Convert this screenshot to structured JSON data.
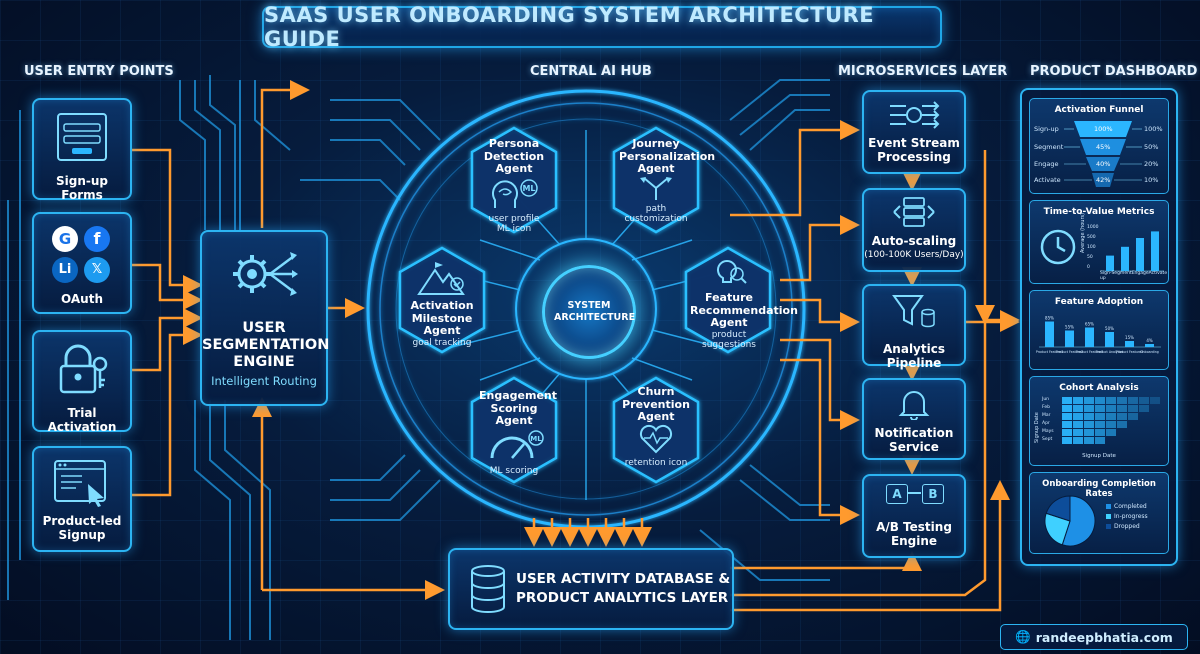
{
  "title": "SAAS USER ONBOARDING SYSTEM ARCHITECTURE GUIDE",
  "columns": {
    "entry": "USER ENTRY POINTS",
    "hub": "CENTRAL AI HUB",
    "micro": "MICROSERVICES LAYER",
    "dashboard": "PRODUCT DASHBOARD"
  },
  "entry_points": [
    {
      "label": "Sign-up Forms",
      "icon": "form-icon"
    },
    {
      "label": "OAuth",
      "icon": "social-logins-icon"
    },
    {
      "label": "Trial Activation",
      "icon": "lock-key-icon"
    },
    {
      "label": "Product-led Signup",
      "icon": "browser-cursor-icon"
    }
  ],
  "oauth_letters": [
    "G",
    "f",
    "Li",
    "𝕏"
  ],
  "segmentation": {
    "title_line1": "USER",
    "title_line2": "SEGMENTATION",
    "title_line3": "ENGINE",
    "subtitle": "Intelligent Routing"
  },
  "hub_center": "SYSTEM ARCHITECTURE",
  "agents": [
    {
      "name": "Persona Detection Agent",
      "desc": "user profile ML icon",
      "badge": "ML"
    },
    {
      "name": "Journey Personalization Agent",
      "desc": "path customization"
    },
    {
      "name": "Activation Milestone Agent",
      "desc": "goal tracking"
    },
    {
      "name": "Feature Recommendation Agent",
      "desc": "product suggestions"
    },
    {
      "name": "Engagement Scoring Agent",
      "desc": "ML scoring",
      "badge": "ML"
    },
    {
      "name": "Churn Prevention Agent",
      "desc": "retention icon"
    }
  ],
  "database": {
    "line1": "USER ACTIVITY DATABASE &",
    "line2": "PRODUCT ANALYTICS LAYER"
  },
  "services": [
    {
      "label": "Event Stream Processing",
      "sub": ""
    },
    {
      "label": "Auto-scaling",
      "sub": "(100-100K Users/Day)"
    },
    {
      "label": "Analytics Pipeline",
      "sub": ""
    },
    {
      "label": "Notification Service",
      "sub": ""
    },
    {
      "label": "A/B Testing Engine",
      "sub": ""
    }
  ],
  "ab_letters": [
    "A",
    "B"
  ],
  "dashboard": {
    "funnel": {
      "title": "Activation Funnel",
      "stages": [
        "Sign-up",
        "Segment",
        "Engage",
        "Activate"
      ],
      "inner": [
        "100%",
        "45%",
        "40%",
        "42%"
      ],
      "outer": [
        "100%",
        "50%",
        "20%",
        "10%"
      ]
    },
    "ttv": {
      "title": "Time-to-Value Metrics",
      "ylabel": "Average (hours)",
      "ticks": [
        "1000",
        "500",
        "100",
        "50",
        "0"
      ],
      "categories": [
        "Sign-up",
        "Segment",
        "Engage",
        "Activate"
      ],
      "values": [
        35,
        55,
        75,
        90
      ]
    },
    "adoption": {
      "title": "Feature Adoption",
      "categories": [
        "Product Feature1",
        "Product Feature2",
        "Product Feature3",
        "Product Analytics",
        "Product Feature4",
        "Onboarding"
      ],
      "values": [
        85,
        55,
        65,
        50,
        20,
        10
      ],
      "labels": [
        "85%",
        "55%",
        "65%",
        "50%",
        "15%",
        "4%"
      ]
    },
    "cohort": {
      "title": "Cohort Analysis",
      "ylabel": "Signup Date",
      "xlabel": "Signup Date",
      "rows": [
        "Jun",
        "Feb",
        "Mar",
        "Apr",
        "Mays",
        "Sept"
      ]
    },
    "completion": {
      "title": "Onboarding Completion Rates",
      "legend": [
        "Completed",
        "In-progress",
        "Dropped"
      ],
      "values": [
        55,
        25,
        20
      ],
      "colors": [
        "#1e90e6",
        "#3fd0ff",
        "#0d4d9a"
      ]
    }
  },
  "footer": "randeepbhatia.com",
  "colors": {
    "wire_orange": "#ff9a2e",
    "wire_blue": "#2bb6ff",
    "accent": "#45d0ff"
  }
}
